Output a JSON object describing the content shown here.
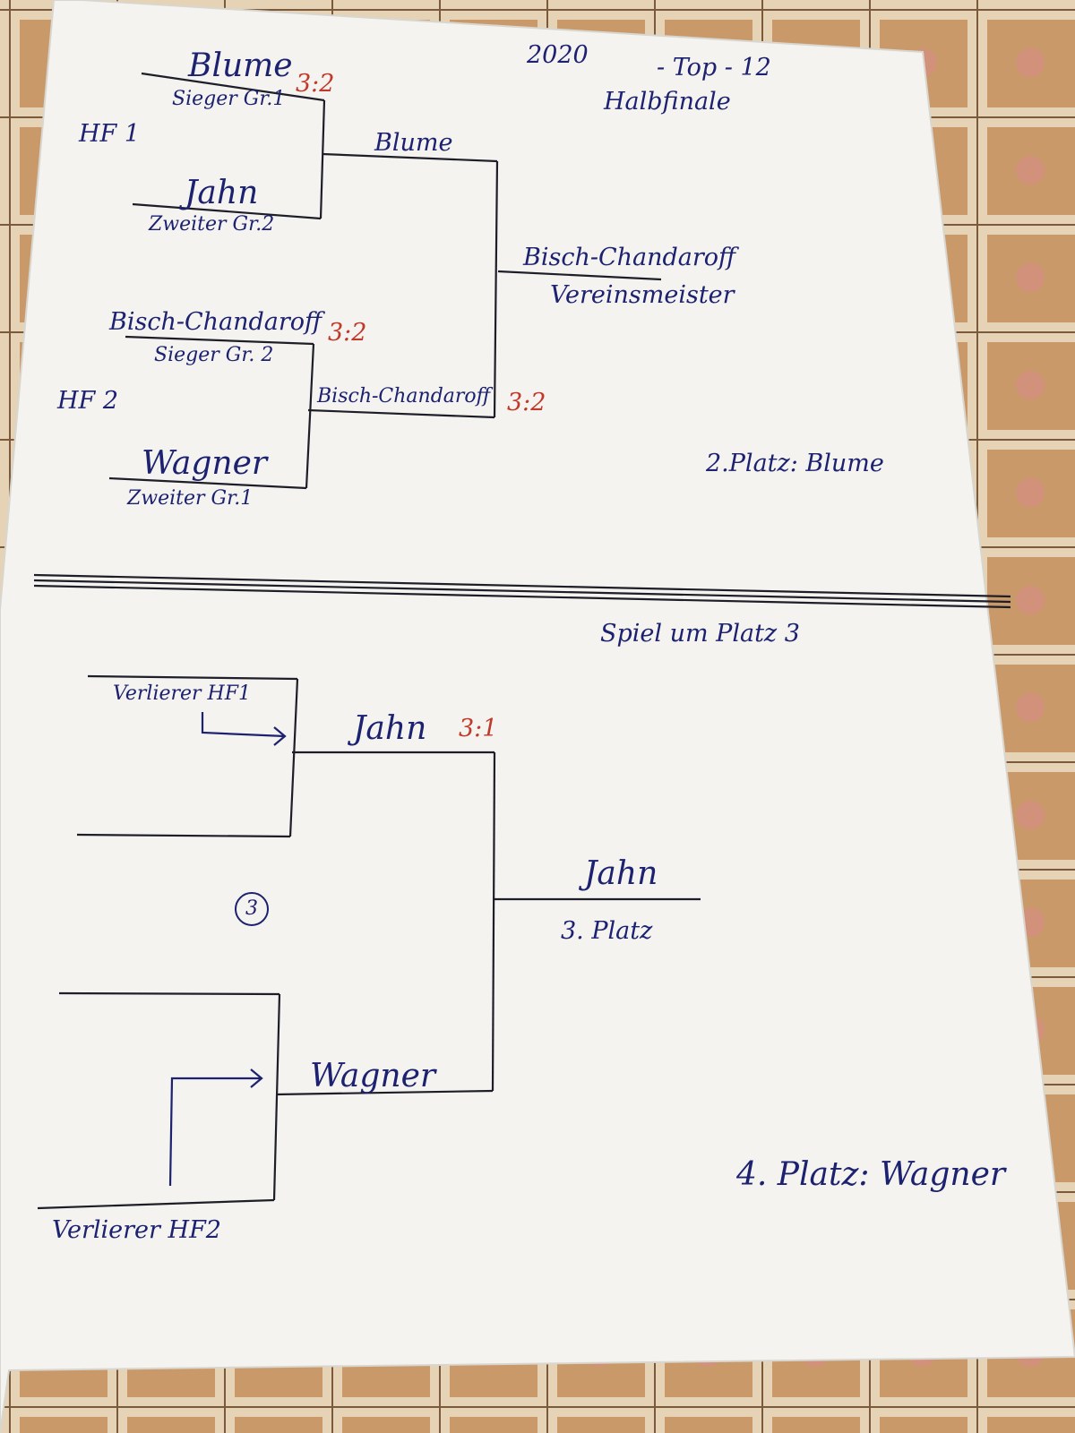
{
  "header": {
    "year": "2020",
    "event": "- Top - 12",
    "stage": "Halbfinale"
  },
  "semifinals": {
    "hf1": {
      "label": "HF 1",
      "top_player": "Blume",
      "top_score": "3:2",
      "top_seed": "Sieger Gr.1",
      "bottom_player": "Jahn",
      "bottom_seed": "Zweiter Gr.2",
      "winner": "Blume"
    },
    "hf2": {
      "label": "HF 2",
      "top_player": "Bisch-Chandaroff",
      "top_score": "3:2",
      "top_seed": "Sieger Gr. 2",
      "bottom_player": "Wagner",
      "bottom_seed": "Zweiter Gr.1",
      "winner": "Bisch-Chandaroff"
    }
  },
  "final": {
    "score": "3:2",
    "champion": "Bisch-Chandaroff",
    "champion_title": "Vereinsmeister",
    "second_place": "2.Platz: Blume"
  },
  "third_place": {
    "heading": "Spiel um Platz 3",
    "loser_hf1": "Verlierer HF1",
    "loser_hf2": "Verlierer HF2",
    "top_player": "Jahn",
    "top_score": "3:1",
    "bottom_player": "Wagner",
    "marker": "3",
    "winner": "Jahn",
    "winner_title": "3. Platz",
    "fourth_place": "4. Platz: Wagner"
  },
  "colors": {
    "ink": "#1c2170",
    "score_ink": "#c0392b",
    "paper": "#f4f3ef",
    "tablecloth": "#c79a6a"
  }
}
